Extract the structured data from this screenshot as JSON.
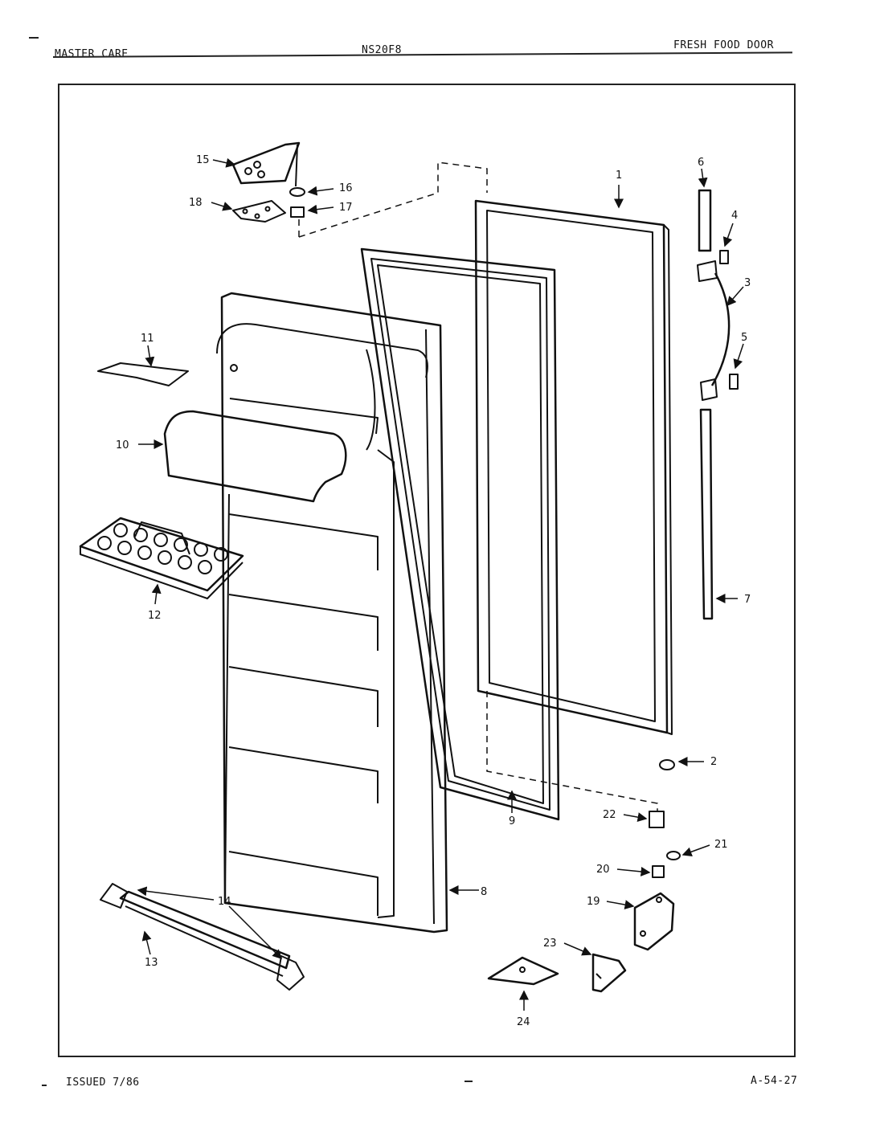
{
  "header": {
    "left": "MASTER CARE",
    "center": "NS20F8",
    "right": "FRESH FOOD DOOR"
  },
  "footer": {
    "left": "ISSUED 7/86",
    "right": "A-54-27"
  },
  "callouts": [
    "1",
    "2",
    "3",
    "4",
    "5",
    "6",
    "7",
    "8",
    "9",
    "10",
    "11",
    "12",
    "13",
    "14",
    "15",
    "16",
    "17",
    "18",
    "19",
    "20",
    "21",
    "22",
    "23",
    "24"
  ]
}
